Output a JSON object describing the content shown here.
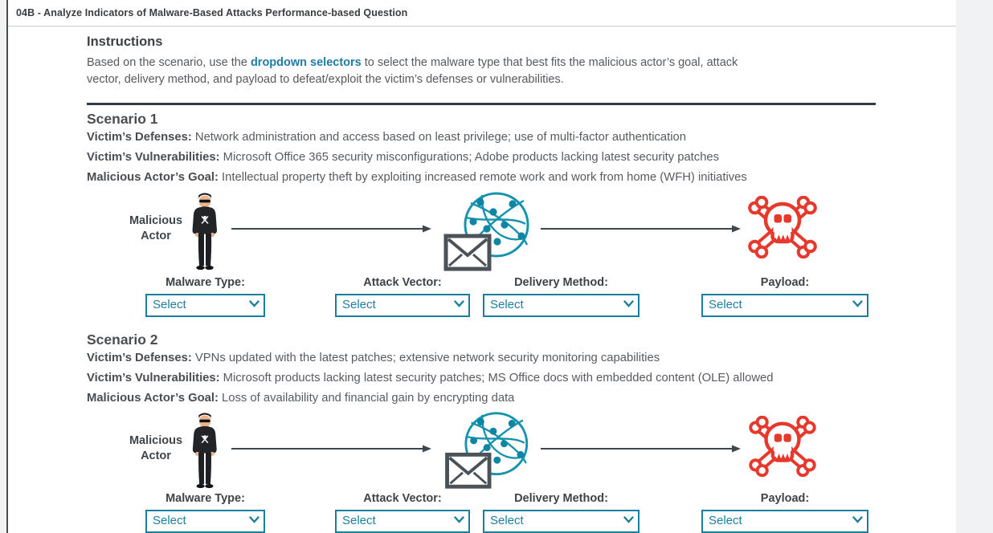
{
  "header": {
    "title": "04B - Analyze Indicators of Malware-Based Attacks Performance-based Question"
  },
  "instructions": {
    "heading": "Instructions",
    "text_before": "Based on the scenario, use the ",
    "emphasis": "dropdown selectors",
    "text_after": " to select the malware type that best fits the malicious actor’s goal, attack vector, delivery method, and payload to defeat/exploit the victim’s defenses or vulnerabilities."
  },
  "diagram": {
    "actor_label": "Malicious Actor",
    "icons": [
      "malicious-actor",
      "globe-network",
      "envelope",
      "skull-crossbones"
    ]
  },
  "controls": {
    "labels": [
      "Malware Type:",
      "Attack Vector:",
      "Delivery Method:",
      "Payload:"
    ],
    "select_placeholder": "Select"
  },
  "scenarios": [
    {
      "title": "Scenario 1",
      "fields": [
        {
          "label": "Victim’s Defenses:",
          "value": " Network administration and access based on least privilege; use of multi-factor authentication"
        },
        {
          "label": "Victim’s Vulnerabilities:",
          "value": " Microsoft Office 365 security misconfigurations; Adobe products lacking latest security patches"
        },
        {
          "label": "Malicious Actor’s Goal:",
          "value": " Intellectual property theft by exploiting increased remote work and work from home (WFH) initiatives"
        }
      ]
    },
    {
      "title": "Scenario 2",
      "fields": [
        {
          "label": "Victim’s Defenses:",
          "value": " VPNs updated with the latest patches; extensive network security monitoring capabilities"
        },
        {
          "label": "Victim’s Vulnerabilities:",
          "value": " Microsoft products lacking latest security patches; MS Office docs with embedded content (OLE) allowed"
        },
        {
          "label": "Malicious Actor’s Goal:",
          "value": " Loss of availability and financial gain by encrypting data"
        }
      ]
    }
  ],
  "colors": {
    "accent_teal": "#1a7f9e",
    "rule_dark": "#2d3b47",
    "skull_red": "#e6392c",
    "globe_teal": "#1593ad",
    "envelope_gray": "#4b5258",
    "arrow_gray": "#3f474e"
  }
}
